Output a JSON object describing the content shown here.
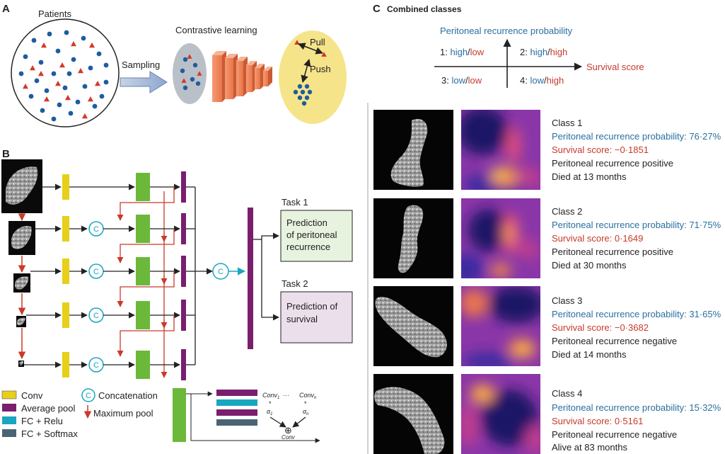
{
  "panel_a": {
    "letter": "A",
    "patients_label": "Patients",
    "sampling_label": "Sampling",
    "contrastive_label": "Contrastive learning",
    "pull_label": "Pull",
    "push_label": "Push"
  },
  "panel_b": {
    "letter": "B",
    "concat_symbol": "C",
    "task1_title": "Task 1",
    "task1_box": [
      "Prediction",
      "of peritoneal",
      "recurrence"
    ],
    "task2_title": "Task 2",
    "task2_box": [
      "Prediction of",
      "survival"
    ],
    "legend": {
      "conv": "Conv",
      "avgpool": "Average pool",
      "fc_relu": "FC + Relu",
      "fc_softmax": "FC + Softmax",
      "concatenation": "Concatenation",
      "maxpool": "Maximum pool"
    },
    "formula": {
      "conv1": "Conv",
      "conv1_sub": "1",
      "dots": "···",
      "convn": "Conv",
      "convn_sub": "n",
      "star": "*",
      "alpha1": "α",
      "alpha1_sub": "1",
      "alphan": "α",
      "alphan_sub": "n",
      "plus": "⊕",
      "conv_out": "Conv"
    }
  },
  "panel_c": {
    "letter": "C",
    "title": "Combined classes",
    "axis_y": "Peritoneal recurrence probability",
    "axis_x": "Survival score",
    "quadrants": [
      {
        "num": "1:",
        "a": "high",
        "b": "low"
      },
      {
        "num": "2:",
        "a": "high",
        "b": "high"
      },
      {
        "num": "3:",
        "a": "low",
        "b": "low"
      },
      {
        "num": "4:",
        "a": "low",
        "b": "high"
      }
    ],
    "classes": [
      {
        "name": "Class 1",
        "prob": "Peritoneal recurrence probability: 76·27%",
        "surv": "Survival score: −0·1851",
        "status": "Peritoneal recurrence positive",
        "outcome": "Died at 13 months"
      },
      {
        "name": "Class 2",
        "prob": "Peritoneal recurrence probability: 71·75%",
        "surv": "Survival score: 0·1649",
        "status": "Peritoneal recurrence positive",
        "outcome": "Died at 30 months"
      },
      {
        "name": "Class 3",
        "prob": "Peritoneal recurrence probability: 31·65%",
        "surv": "Survival score: −0·3682",
        "status": "Peritoneal recurrence negative",
        "outcome": "Died at 14 months"
      },
      {
        "name": "Class 4",
        "prob": "Peritoneal recurrence probability: 15·32%",
        "surv": "Survival score: 0·5161",
        "status": "Peritoneal recurrence negative",
        "outcome": "Alive at 83 months"
      }
    ]
  },
  "colors": {
    "blue_dot": "#1f5c9e",
    "red_triangle": "#d2392b",
    "conv": "#e8cf1a",
    "avgpool": "#7a1e6e",
    "fc_relu": "#19a6c0",
    "fc_softmax": "#4b6475",
    "green_block": "#6bb83a",
    "arrow_red": "#c9392b",
    "prob_blue": "#2a6fa0",
    "surv_red": "#c63a2b",
    "cluster_grey": "#b9c0c8",
    "cluster_yellow": "#f6e48a",
    "network_orange": "#f08a5d",
    "task1_fill": "#e7f2df",
    "task2_fill": "#ecdfec"
  }
}
